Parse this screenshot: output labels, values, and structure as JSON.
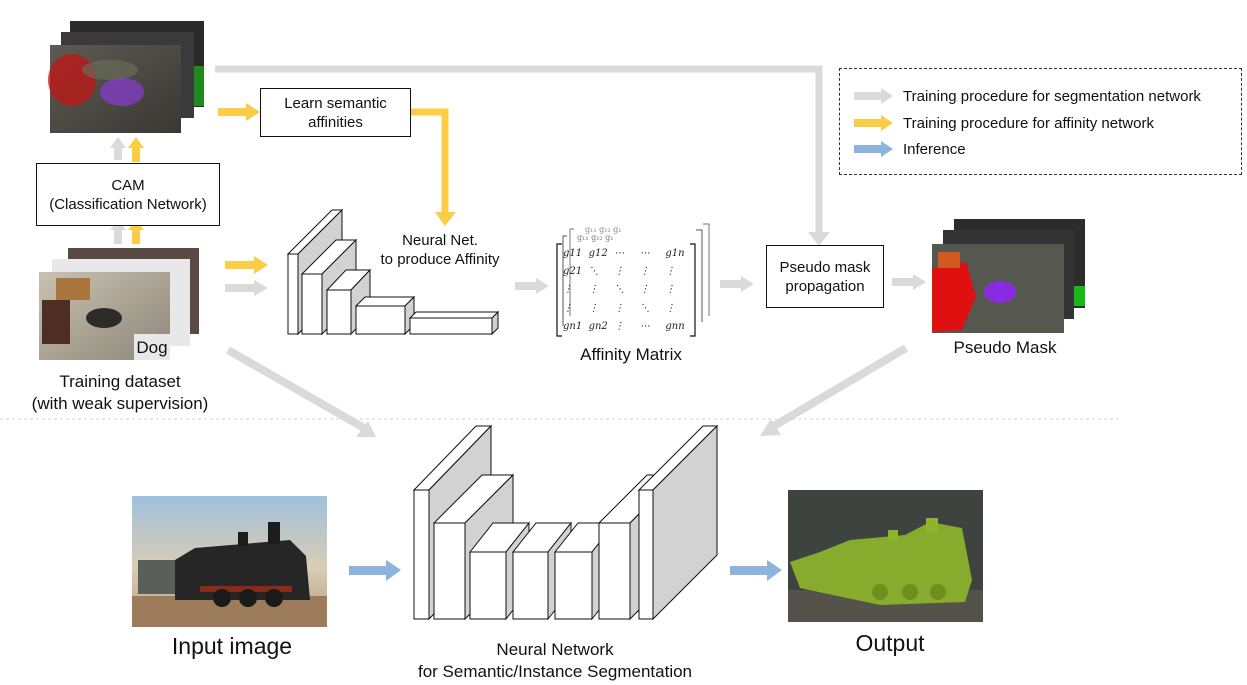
{
  "colors": {
    "gray_arrow": "#dadada",
    "yellow_arrow": "#fbcc45",
    "blue_arrow": "#8cb4dd",
    "mask_red": "#e01010",
    "mask_purple": "#8a2be2",
    "mask_green": "#8db42a",
    "block_side": "#d2d2d2",
    "block_stroke": "#111111"
  },
  "top": {
    "cam_label": "CAM\n(Classification Network)",
    "learn_label": "Learn semantic\naffinities",
    "affinity_net_label": "Neural Net.\nto produce Affinity",
    "affinity_matrix_label": "Affinity Matrix",
    "propagation_label": "Pseudo mask\npropagation",
    "pseudo_mask_label": "Pseudo Mask",
    "dataset_label": "Training dataset\n(with weak supervision)",
    "dog_tag": "Dog"
  },
  "matrix": {
    "row1": [
      "g11",
      "g12",
      "⋯",
      "⋯",
      "g1n"
    ],
    "row2": [
      "g21",
      "⋱",
      "⋮",
      "⋮",
      "⋮"
    ],
    "row3": [
      "⋮",
      "⋮",
      "⋱",
      "⋮",
      "⋮"
    ],
    "row4": [
      "⋮",
      "⋮",
      "⋮",
      "⋱",
      "⋮"
    ],
    "row5": [
      "gn1",
      "gn2",
      "⋮",
      "⋯",
      "gnn"
    ]
  },
  "legend": {
    "items": [
      {
        "label": "Training procedure for segmentation network",
        "color": "gray"
      },
      {
        "label": "Training procedure for affinity network",
        "color": "yellow"
      },
      {
        "label": "Inference",
        "color": "blue"
      }
    ]
  },
  "bottom": {
    "input_label": "Input image",
    "network_label": "Neural Network\nfor Semantic/Instance Segmentation",
    "output_label": "Output"
  }
}
